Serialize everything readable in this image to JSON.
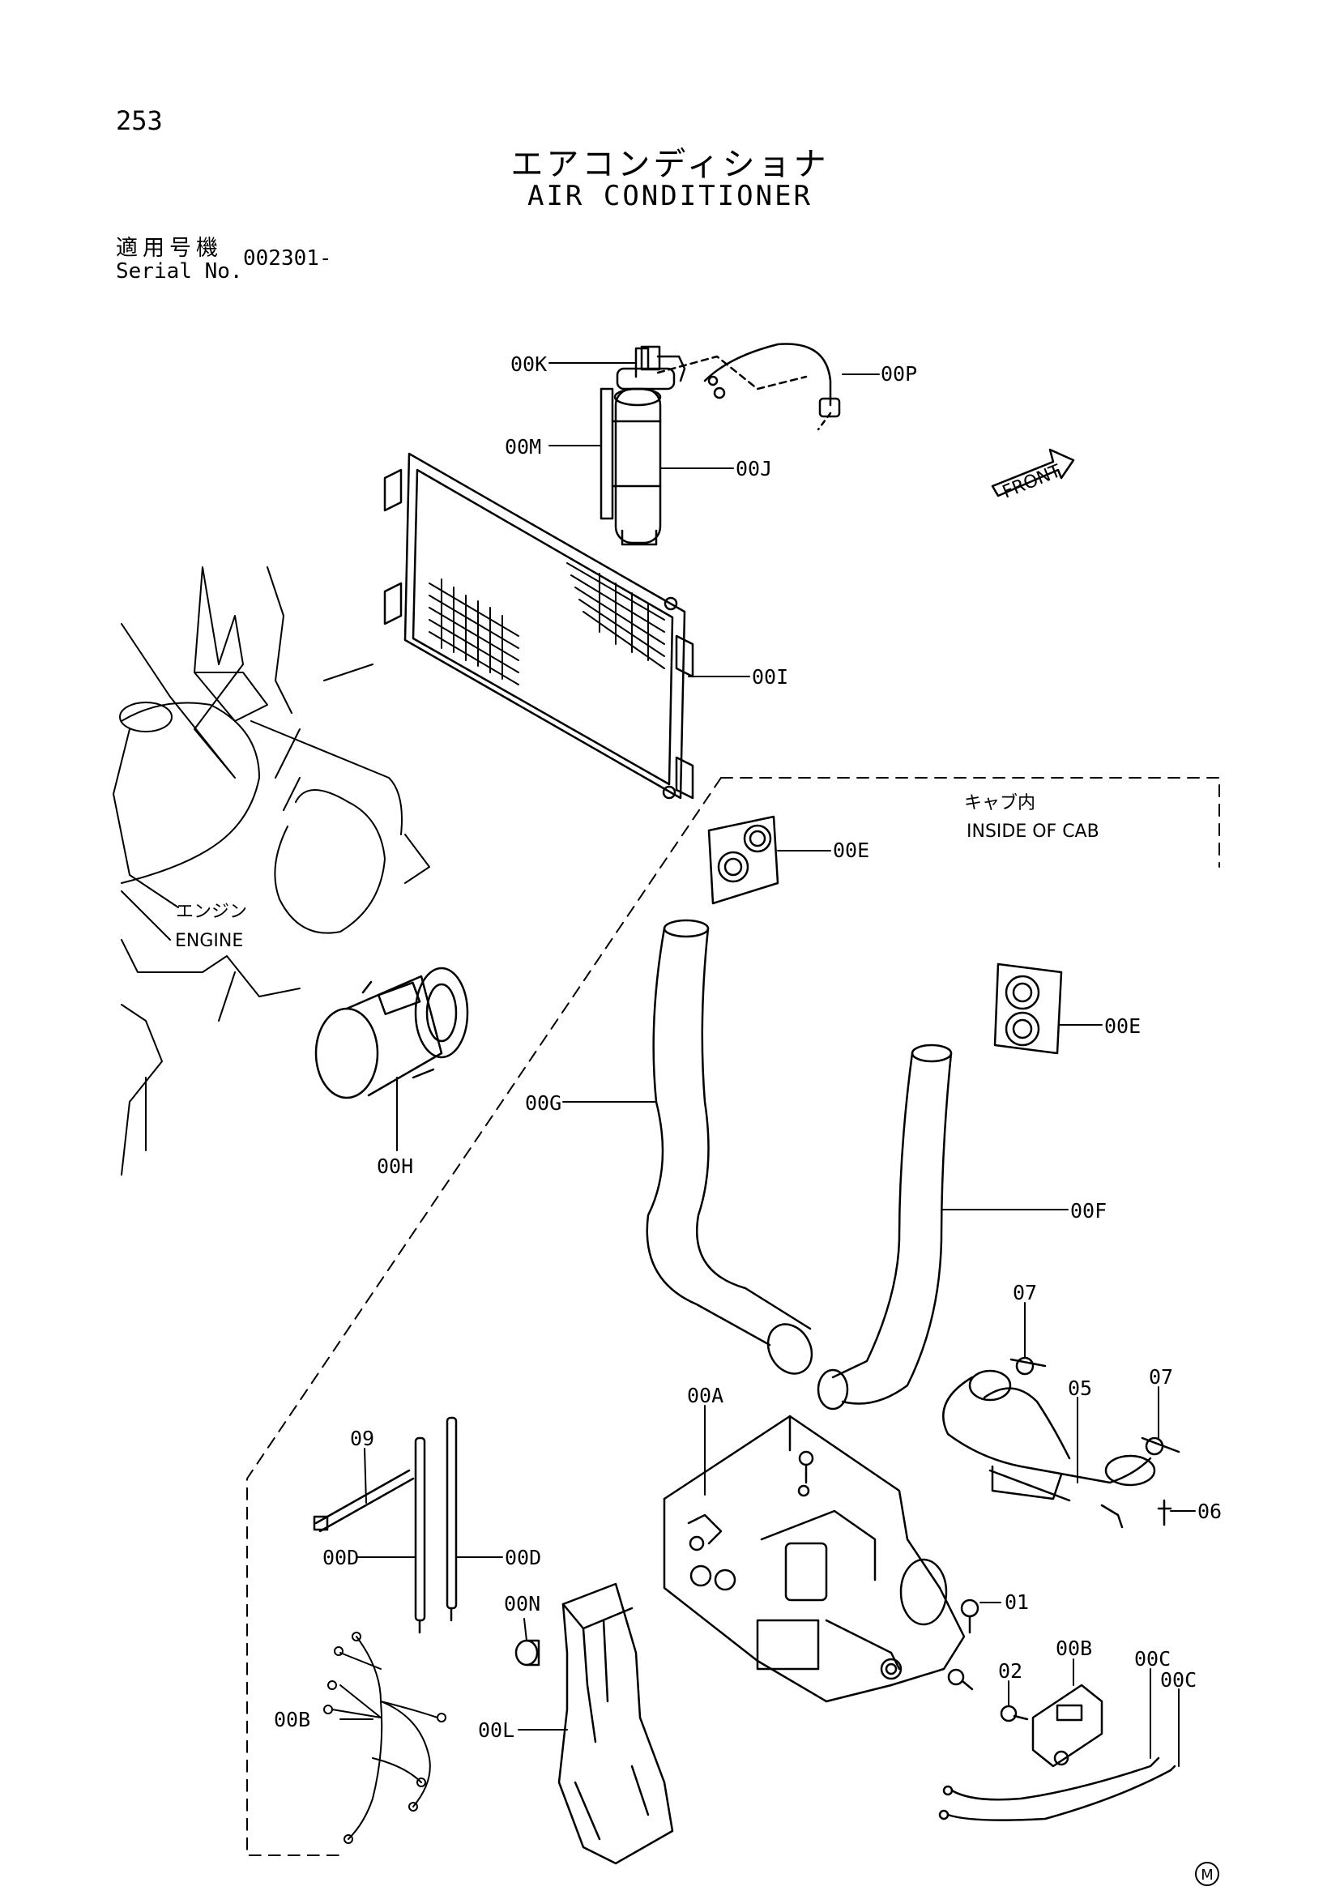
{
  "page": {
    "number": "253",
    "title_jp": "エアコンディショナ",
    "title_en": "AIR CONDITIONER",
    "serial_label_jp": "適用号機",
    "serial_label_en": "Serial No.",
    "serial_value": "002301-"
  },
  "notes": {
    "cab_jp": "キャブ内",
    "cab_en": "INSIDE OF CAB",
    "engine_jp": "エンジン",
    "engine_en": "ENGINE",
    "front": "FRONT",
    "mark": "M"
  },
  "callouts": [
    {
      "id": "00K",
      "text": "00K"
    },
    {
      "id": "00P",
      "text": "00P"
    },
    {
      "id": "00M",
      "text": "00M"
    },
    {
      "id": "00J",
      "text": "00J"
    },
    {
      "id": "00I",
      "text": "00I"
    },
    {
      "id": "00E_upper",
      "text": "00E"
    },
    {
      "id": "00E_lower",
      "text": "00E"
    },
    {
      "id": "00G",
      "text": "00G"
    },
    {
      "id": "00H",
      "text": "00H"
    },
    {
      "id": "00F",
      "text": "00F"
    },
    {
      "id": "07_a",
      "text": "07"
    },
    {
      "id": "07_b",
      "text": "07"
    },
    {
      "id": "05",
      "text": "05"
    },
    {
      "id": "06",
      "text": "06"
    },
    {
      "id": "00A",
      "text": "00A"
    },
    {
      "id": "09",
      "text": "09"
    },
    {
      "id": "00D_a",
      "text": "00D"
    },
    {
      "id": "00D_b",
      "text": "00D"
    },
    {
      "id": "00N",
      "text": "00N"
    },
    {
      "id": "01",
      "text": "01"
    },
    {
      "id": "00B_a",
      "text": "00B"
    },
    {
      "id": "02",
      "text": "02"
    },
    {
      "id": "00C_a",
      "text": "00C"
    },
    {
      "id": "00C_b",
      "text": "00C"
    },
    {
      "id": "00B_b",
      "text": "00B"
    },
    {
      "id": "00L",
      "text": "00L"
    }
  ]
}
